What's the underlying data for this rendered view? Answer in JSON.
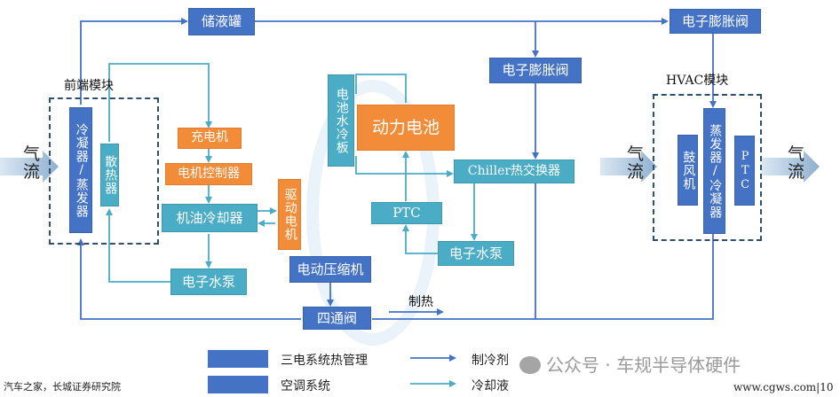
{
  "colors": {
    "refrigerant": "#4472c4",
    "coolant": "#4bacc6",
    "orange": "#f28c38",
    "dash": "#2f4f6f"
  },
  "groups": {
    "front_module": "前端模块",
    "hvac_module": "HVAC模块"
  },
  "boxes": {
    "receiver": "储液罐",
    "exv_top": "电子膨胀阀",
    "exv_mid": "电子膨胀阀",
    "condenser": "冷凝器/蒸发器",
    "radiator": "散热器",
    "charger": "充电机",
    "motor_ctrl": "电机控制器",
    "oil_cooler": "机油冷却器",
    "drive_motor": "驱动电机",
    "pump_left": "电子水泵",
    "battery_plate": "电池水冷板",
    "power_battery": "动力电池",
    "ptc_mid": "PTC",
    "chiller": "Chiller热交换器",
    "pump_mid": "电子水泵",
    "compressor": "电动压缩机",
    "four_way_valve": "四通阀",
    "blower": "鼓风机",
    "evaporator": "蒸发器/冷凝器",
    "ptc_right": "PTC"
  },
  "air": {
    "in": "气流",
    "mid": "气流",
    "out": "气流"
  },
  "heating_label": "制热",
  "legend": {
    "three_electric": "三电系统热管理",
    "ac_system": "空调系统",
    "refrigerant": "制冷剂",
    "coolant": "冷却液"
  },
  "source": "汽车之家，长城证券研究院",
  "watermark": "公众号 · 车规半导体硬件",
  "site": "www.cgws.com|10"
}
